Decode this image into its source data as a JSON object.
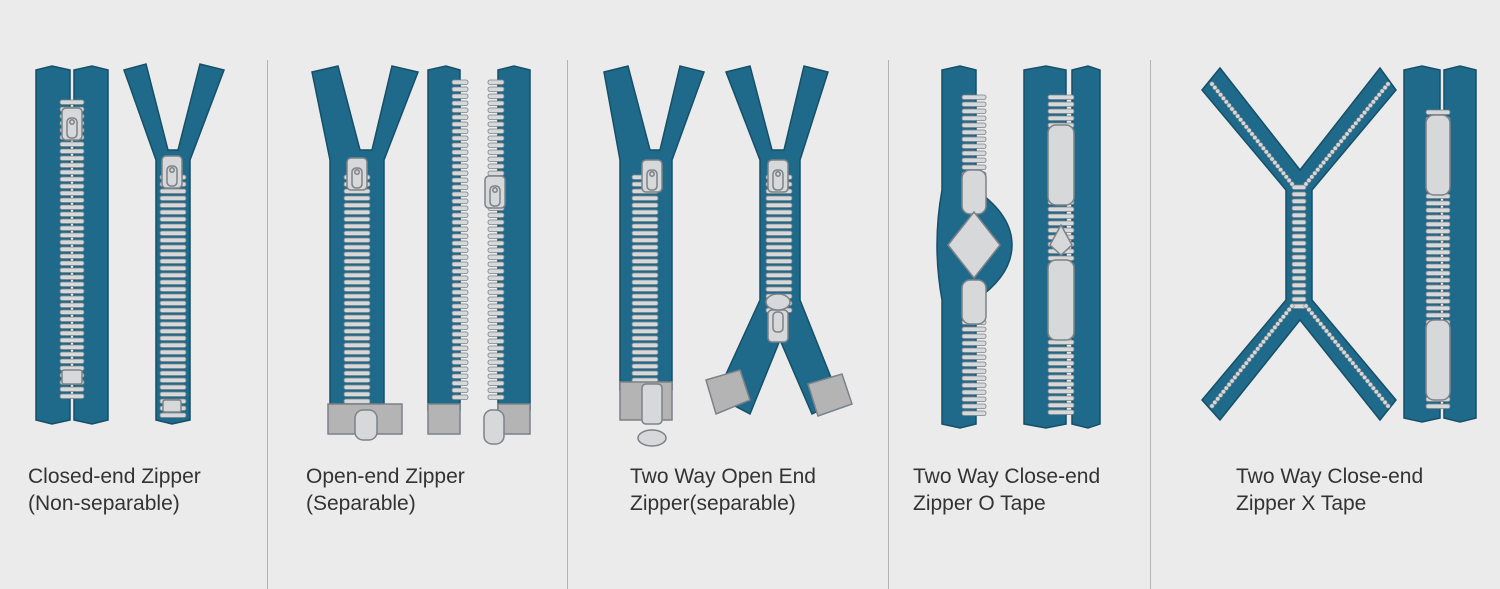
{
  "colors": {
    "background": "#ebebeb",
    "tape": "#1f6a8a",
    "tape_edge": "#164f68",
    "metal": "#d6d8da",
    "metal_stroke": "#7c8288",
    "end_stop": "#b4b4b4",
    "divider": "#b4b4b4",
    "caption_text": "#333333"
  },
  "panels": [
    {
      "id": "closed-end",
      "caption": [
        "Closed-end Zipper",
        "(Non-separable)"
      ]
    },
    {
      "id": "open-end",
      "caption": [
        "Open-end Zipper",
        "(Separable)"
      ]
    },
    {
      "id": "two-way-open-end",
      "caption": [
        "Two Way Open End",
        "Zipper(separable)"
      ]
    },
    {
      "id": "two-way-close-end-o",
      "caption": [
        "Two Way Close-end",
        "Zipper O Tape"
      ]
    },
    {
      "id": "two-way-close-end-x",
      "caption": [
        "Two Way Close-end",
        "Zipper X Tape"
      ]
    }
  ]
}
